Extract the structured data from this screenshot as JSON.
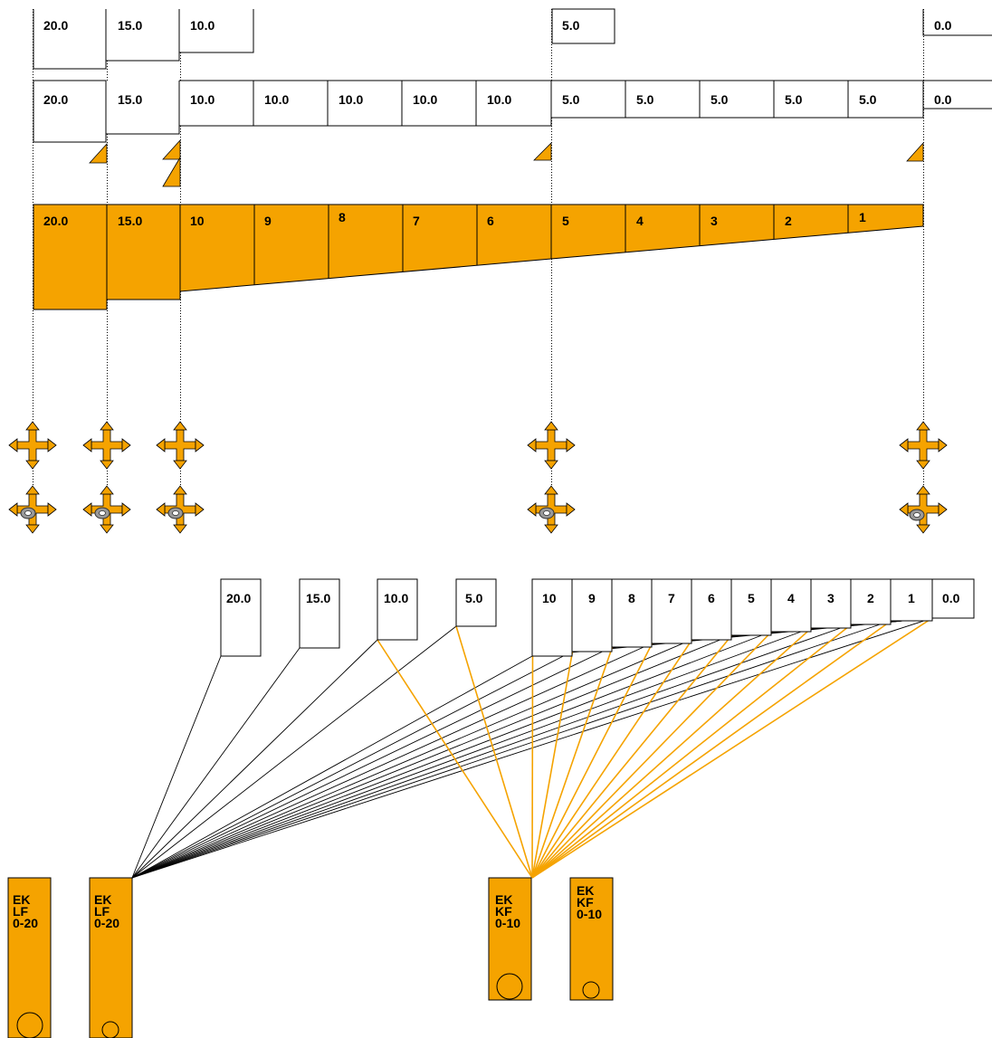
{
  "colors": {
    "accent": "#F5A300",
    "line": "#000000",
    "background": "#ffffff",
    "icon_dark": "#555555",
    "icon_gray": "#999999"
  },
  "top_row": [
    "20.0",
    "15.0",
    "10.0",
    "5.0",
    "0.0"
  ],
  "second_row": [
    "20.0",
    "15.0",
    "10.0",
    "10.0",
    "10.0",
    "10.0",
    "10.0",
    "5.0",
    "5.0",
    "5.0",
    "5.0",
    "5.0",
    "0.0"
  ],
  "orange_row": [
    "20.0",
    "15.0",
    "10",
    "9",
    "8",
    "7",
    "6",
    "5",
    "4",
    "3",
    "2",
    "1"
  ],
  "icons": {
    "move_row": [
      "move-icon",
      "move-icon",
      "move-icon",
      "move-icon",
      "move-icon"
    ],
    "move_eye_row": [
      "move-target-icon",
      "move-target-icon",
      "move-target-icon",
      "move-target-icon",
      "move-target-icon"
    ]
  },
  "bottom_standalone": [
    "20.0",
    "15.0",
    "10.0",
    "5.0"
  ],
  "bottom_row": [
    "10",
    "9",
    "8",
    "7",
    "6",
    "5",
    "4",
    "3",
    "2",
    "1",
    "0.0"
  ],
  "devices": [
    {
      "line1": "EK",
      "line2": "LF",
      "line3": "0-20"
    },
    {
      "line1": "EK",
      "line2": "LF",
      "line3": "0-20"
    },
    {
      "line1": "EK",
      "line2": "KF",
      "line3": "0-10"
    },
    {
      "line1": "EK",
      "line2": "KF",
      "line3": "0-10"
    }
  ]
}
